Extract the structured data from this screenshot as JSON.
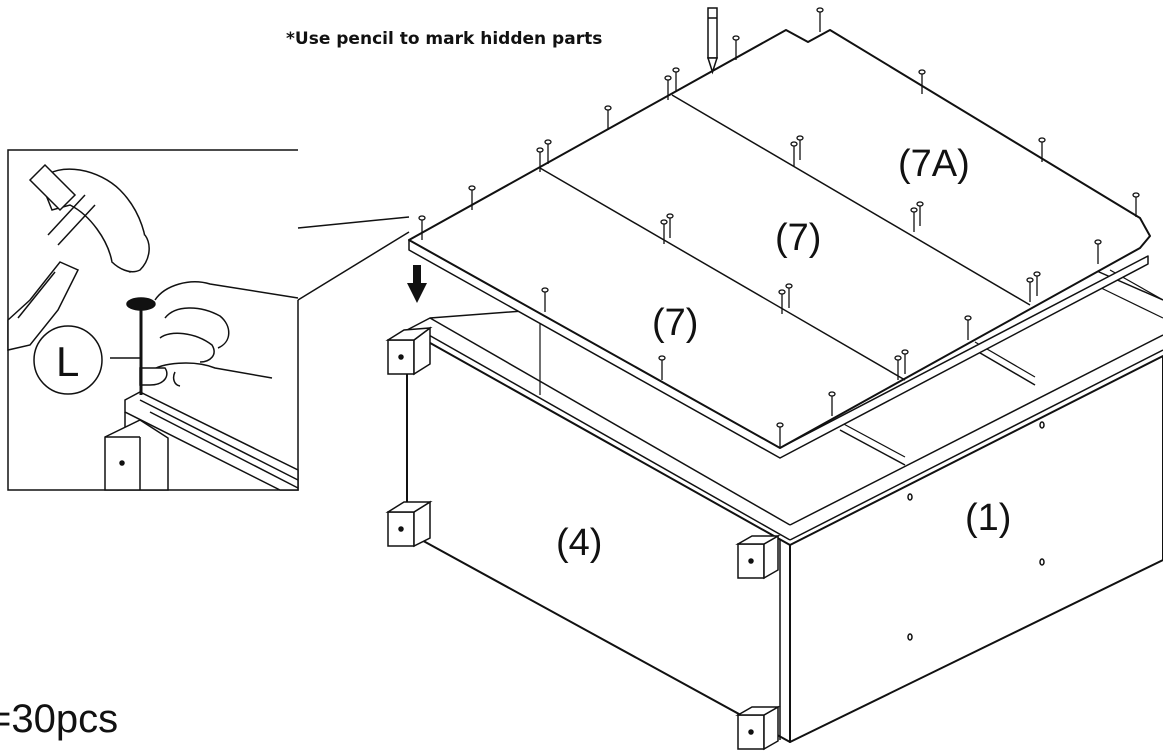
{
  "note": "*Use pencil to mark hidden parts",
  "parts": {
    "top_panel": "(7A)",
    "middle_panel": "(7)",
    "front_panel": "(7)",
    "back_panel": "(4)",
    "side_panel": "(1)"
  },
  "detail": {
    "nail_label": "L"
  },
  "quantity": "=30pcs",
  "colors": {
    "line": "#111111",
    "background": "#ffffff"
  },
  "icons": [
    "hammer-icon",
    "nail-icon",
    "down-arrow-icon",
    "pencil-icon"
  ]
}
